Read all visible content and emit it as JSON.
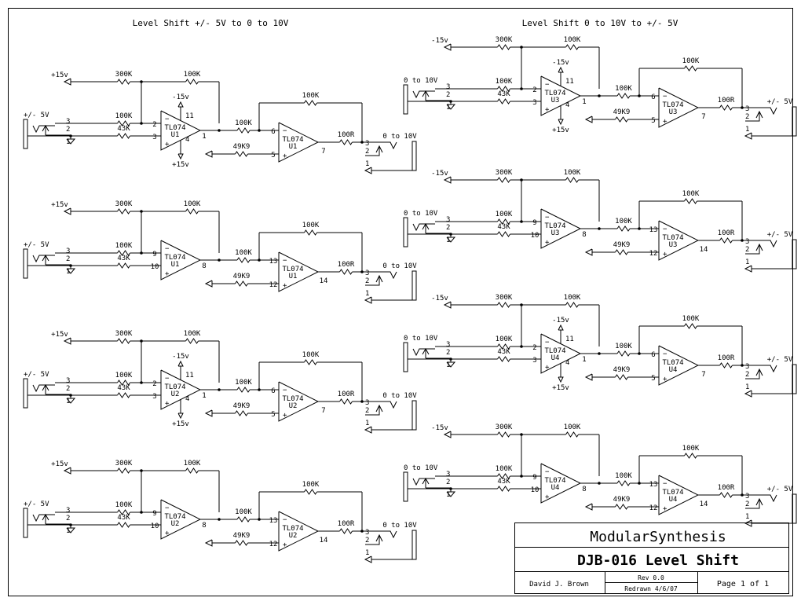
{
  "titles": {
    "left": "Level Shift +/- 5V to 0 to 10V",
    "right": "Level Shift 0 to 10V to +/- 5V"
  },
  "left_circuits": [
    {
      "ref": "U1",
      "part": "TL074",
      "stage1_pins": {
        "inv": "2",
        "noninv": "3",
        "out": "1",
        "vpos": "4",
        "vneg": "11"
      },
      "stage2_pins": {
        "inv": "6",
        "noninv": "5",
        "out": "7"
      },
      "rail_in": "+15v",
      "input_label": "+/- 5V",
      "output_label": "0 to 10V",
      "show_supply": true,
      "supply_top": "-15v",
      "supply_bottom": "+15v",
      "r_bias": "300K",
      "r_fb1": "100K",
      "r_in": "100K",
      "r_gnd": "43K",
      "r_mid": "100K",
      "r_ref": "49K9",
      "r_fb2": "100K",
      "r_out": "100R"
    },
    {
      "ref": "U1",
      "part": "TL074",
      "stage1_pins": {
        "inv": "9",
        "noninv": "10",
        "out": "8"
      },
      "stage2_pins": {
        "inv": "13",
        "noninv": "12",
        "out": "14"
      },
      "rail_in": "+15v",
      "input_label": "+/- 5V",
      "output_label": "0 to 10V",
      "show_supply": false,
      "r_bias": "300K",
      "r_fb1": "100K",
      "r_in": "100K",
      "r_gnd": "43K",
      "r_mid": "100K",
      "r_ref": "49K9",
      "r_fb2": "100K",
      "r_out": "100R"
    },
    {
      "ref": "U2",
      "part": "TL074",
      "stage1_pins": {
        "inv": "2",
        "noninv": "3",
        "out": "1",
        "vpos": "4",
        "vneg": "11"
      },
      "stage2_pins": {
        "inv": "6",
        "noninv": "5",
        "out": "7"
      },
      "rail_in": "+15v",
      "input_label": "+/- 5V",
      "output_label": "0 to 10V",
      "show_supply": true,
      "supply_top": "-15v",
      "supply_bottom": "+15v",
      "r_bias": "300K",
      "r_fb1": "100K",
      "r_in": "100K",
      "r_gnd": "43K",
      "r_mid": "100K",
      "r_ref": "49K9",
      "r_fb2": "100K",
      "r_out": "100R"
    },
    {
      "ref": "U2",
      "part": "TL074",
      "stage1_pins": {
        "inv": "9",
        "noninv": "10",
        "out": "8"
      },
      "stage2_pins": {
        "inv": "13",
        "noninv": "12",
        "out": "14"
      },
      "rail_in": "+15v",
      "input_label": "+/- 5V",
      "output_label": "0 to 10V",
      "show_supply": false,
      "r_bias": "300K",
      "r_fb1": "100K",
      "r_in": "100K",
      "r_gnd": "43K",
      "r_mid": "100K",
      "r_ref": "49K9",
      "r_fb2": "100K",
      "r_out": "100R"
    }
  ],
  "right_circuits": [
    {
      "ref": "U3",
      "part": "TL074",
      "stage1_pins": {
        "inv": "2",
        "noninv": "3",
        "out": "1",
        "vpos": "4",
        "vneg": "11"
      },
      "stage2_pins": {
        "inv": "6",
        "noninv": "5",
        "out": "7"
      },
      "rail_in": "-15v",
      "input_label": "0 to 10V",
      "output_label": "+/- 5V",
      "show_supply": true,
      "supply_top": "-15v",
      "supply_bottom": "+15v",
      "r_bias": "300K",
      "r_fb1": "100K",
      "r_in": "100K",
      "r_gnd": "43K",
      "r_mid": "100K",
      "r_ref": "49K9",
      "r_fb2": "100K",
      "r_out": "100R"
    },
    {
      "ref": "U3",
      "part": "TL074",
      "stage1_pins": {
        "inv": "9",
        "noninv": "10",
        "out": "8"
      },
      "stage2_pins": {
        "inv": "13",
        "noninv": "12",
        "out": "14"
      },
      "rail_in": "-15v",
      "input_label": "0 to 10V",
      "output_label": "+/- 5V",
      "show_supply": false,
      "r_bias": "300K",
      "r_fb1": "100K",
      "r_in": "100K",
      "r_gnd": "43K",
      "r_mid": "100K",
      "r_ref": "49K9",
      "r_fb2": "100K",
      "r_out": "100R"
    },
    {
      "ref": "U4",
      "part": "TL074",
      "stage1_pins": {
        "inv": "2",
        "noninv": "3",
        "out": "1",
        "vpos": "4",
        "vneg": "11"
      },
      "stage2_pins": {
        "inv": "6",
        "noninv": "5",
        "out": "7"
      },
      "rail_in": "-15v",
      "input_label": "0 to 10V",
      "output_label": "+/- 5V",
      "show_supply": true,
      "supply_top": "-15v",
      "supply_bottom": "+15v",
      "r_bias": "300K",
      "r_fb1": "100K",
      "r_in": "100K",
      "r_gnd": "43K",
      "r_mid": "100K",
      "r_ref": "49K9",
      "r_fb2": "100K",
      "r_out": "100R"
    },
    {
      "ref": "U4",
      "part": "TL074",
      "stage1_pins": {
        "inv": "9",
        "noninv": "10",
        "out": "8"
      },
      "stage2_pins": {
        "inv": "13",
        "noninv": "12",
        "out": "14"
      },
      "rail_in": "-15v",
      "input_label": "0 to 10V",
      "output_label": "+/- 5V",
      "show_supply": false,
      "r_bias": "300K",
      "r_fb1": "100K",
      "r_in": "100K",
      "r_gnd": "43K",
      "r_mid": "100K",
      "r_ref": "49K9",
      "r_fb2": "100K",
      "r_out": "100R"
    }
  ],
  "jack_pins": [
    "3",
    "2",
    "1"
  ],
  "title_block": {
    "company": "ModularSynthesis",
    "title": "DJB-016 Level Shift",
    "author": "David J. Brown",
    "rev": "Rev 0.0",
    "redrawn": "Redrawn 4/6/07",
    "page": "Page 1 of 1"
  }
}
